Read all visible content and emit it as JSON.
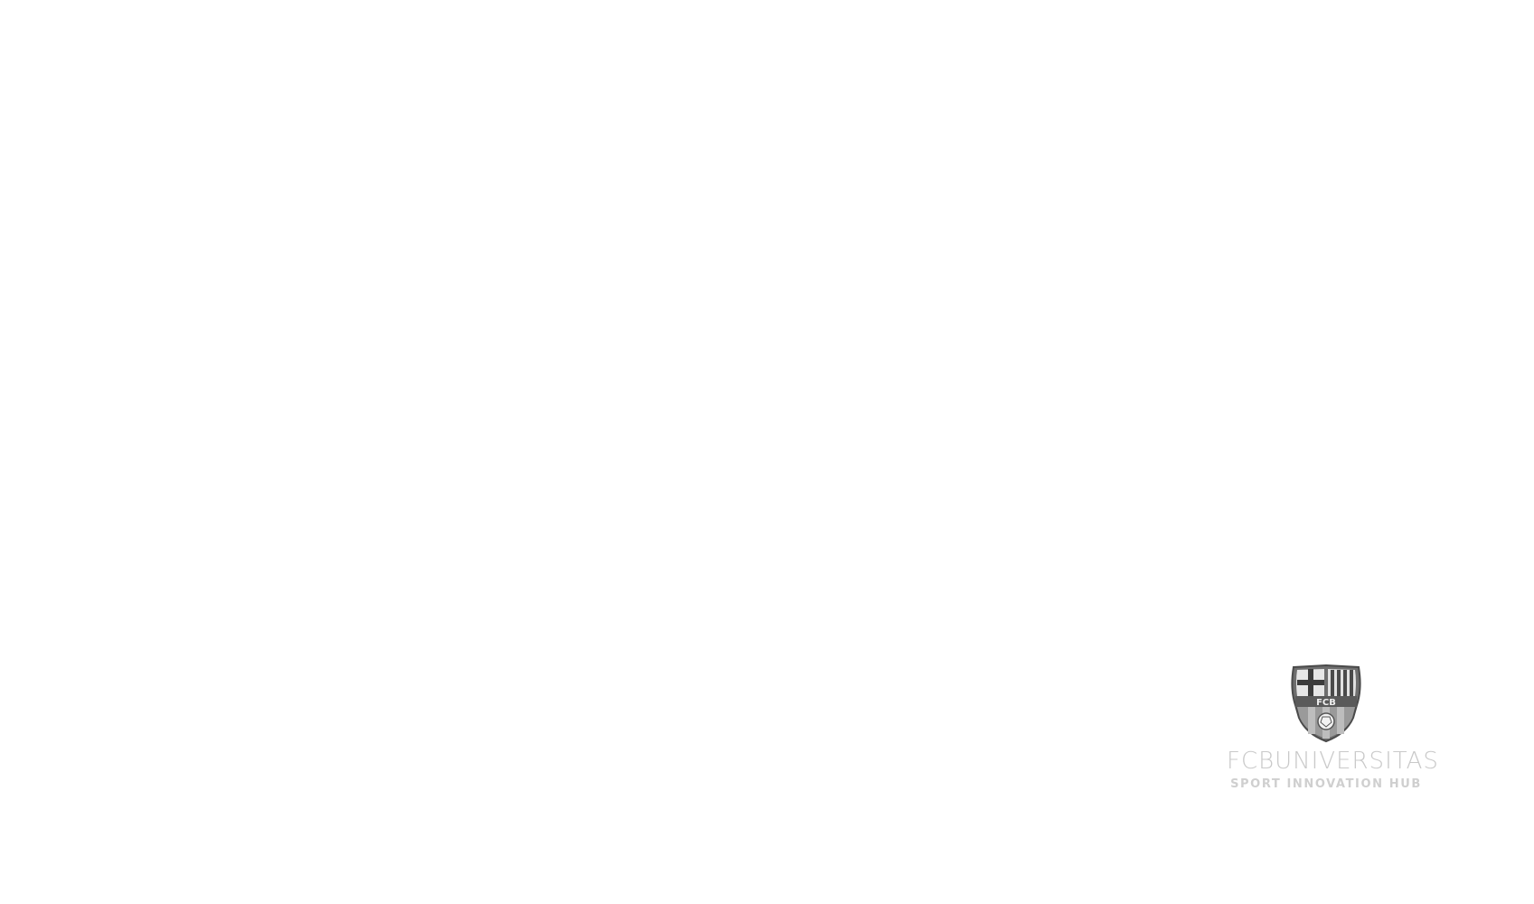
{
  "branding": {
    "crest_text": "FCB",
    "wordmark": "FCBUNIVERSITAS",
    "tagline": "SPORT INNOVATION HUB",
    "crest_icon": "fcb-crest-icon"
  },
  "colors": {
    "background": "#ffffff",
    "logo_gray": "#c9c9c9",
    "crest_dark": "#5a5a5a",
    "crest_mid": "#8c8c8c",
    "crest_light": "#e6e6e6"
  }
}
